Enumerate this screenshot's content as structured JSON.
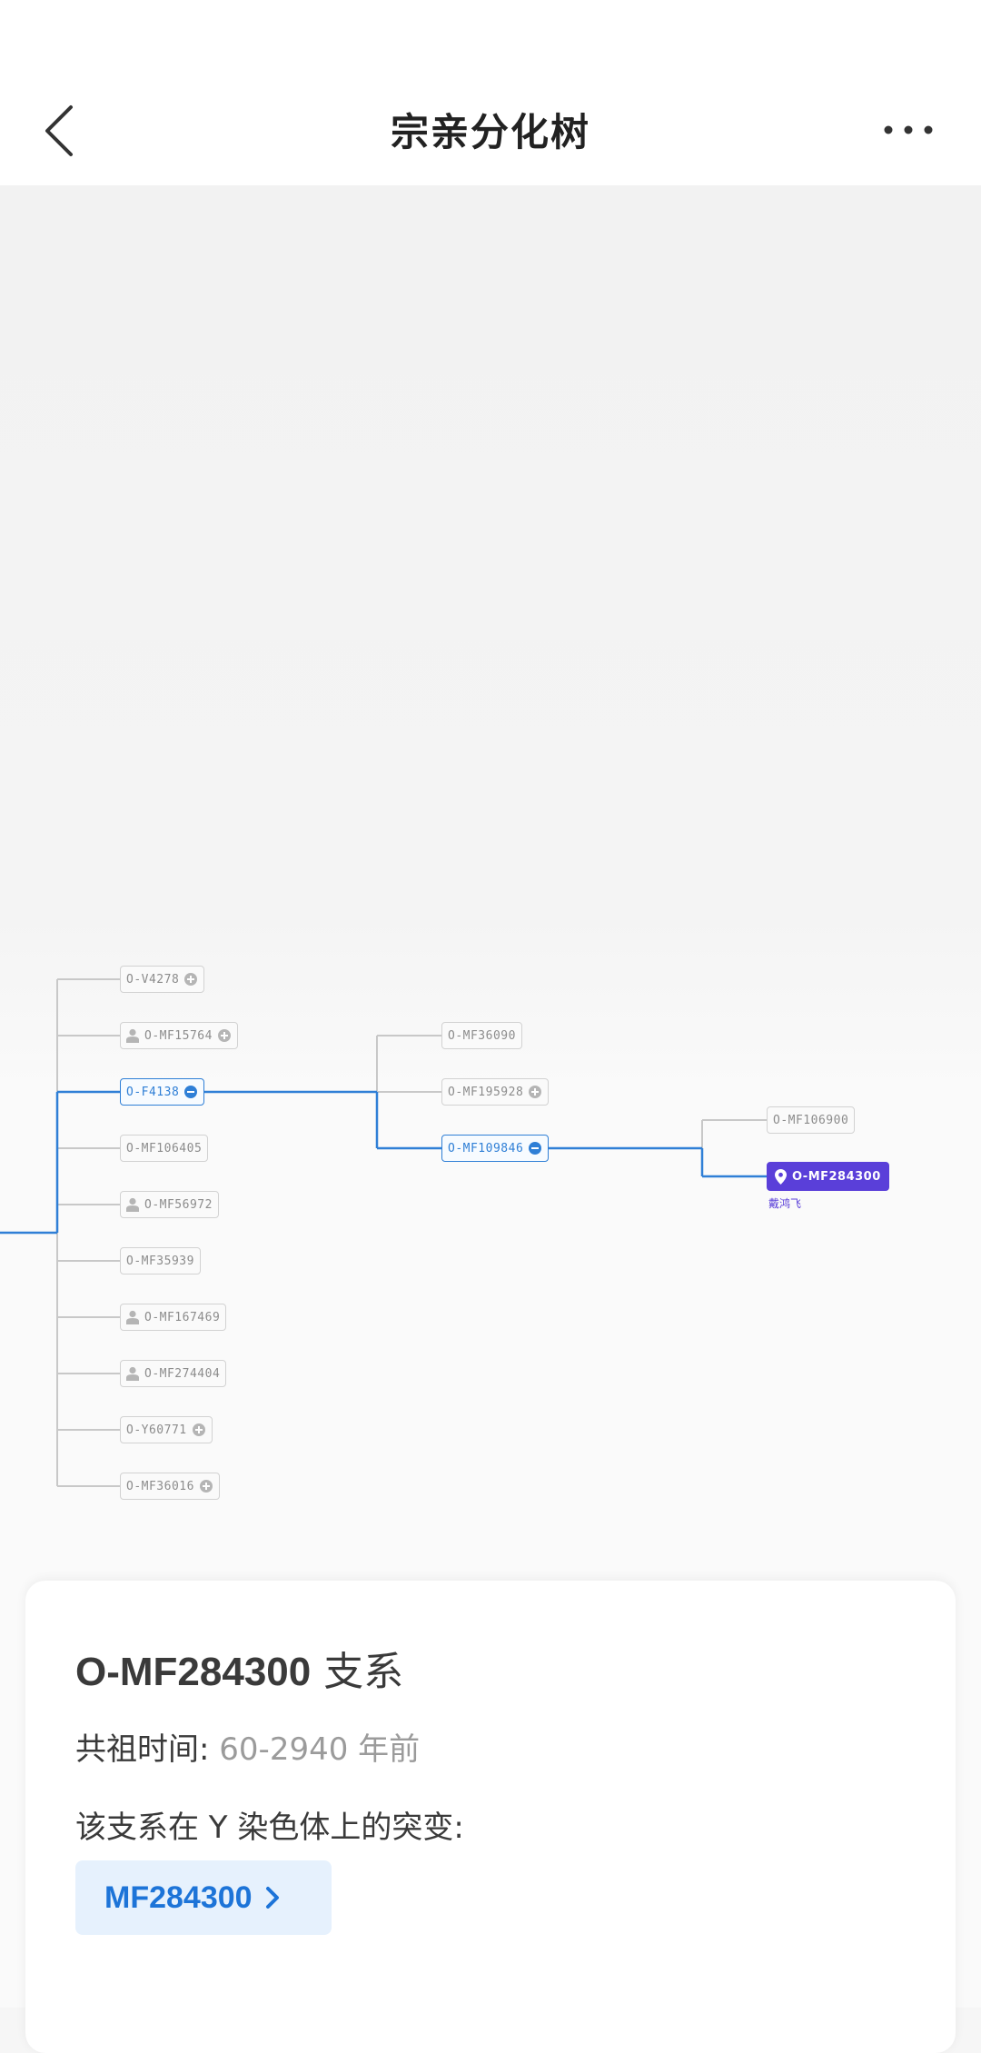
{
  "header": {
    "title": "宗亲分化树"
  },
  "tree": {
    "col1": [
      {
        "label": "O-V4278",
        "person": false,
        "toggle": "plus",
        "active": false
      },
      {
        "label": "O-MF15764",
        "person": true,
        "toggle": "plus",
        "active": false
      },
      {
        "label": "O-F4138",
        "person": false,
        "toggle": "minus",
        "active": true
      },
      {
        "label": "O-MF106405",
        "person": false,
        "toggle": "",
        "active": false
      },
      {
        "label": "O-MF56972",
        "person": true,
        "toggle": "",
        "active": false
      },
      {
        "label": "O-MF35939",
        "person": false,
        "toggle": "",
        "active": false
      },
      {
        "label": "O-MF167469",
        "person": true,
        "toggle": "",
        "active": false
      },
      {
        "label": "O-MF274404",
        "person": true,
        "toggle": "",
        "active": false
      },
      {
        "label": "O-Y60771",
        "person": false,
        "toggle": "plus",
        "active": false
      },
      {
        "label": "O-MF36016",
        "person": false,
        "toggle": "plus",
        "active": false
      }
    ],
    "col2": [
      {
        "label": "O-MF36090",
        "toggle": "",
        "active": false
      },
      {
        "label": "O-MF195928",
        "toggle": "plus",
        "active": false
      },
      {
        "label": "O-MF109846",
        "toggle": "minus",
        "active": true
      }
    ],
    "col3": [
      {
        "label": "O-MF106900",
        "current": false
      },
      {
        "label": "O-MF284300",
        "current": true,
        "sub": "戴鸿飞"
      }
    ]
  },
  "card": {
    "branch_id": "O-MF284300",
    "branch_suffix": "支系",
    "time_label": "共祖时间:",
    "time_value": "60-2940 年前",
    "mutation_label": "该支系在 Y 染色体上的突变:",
    "mutation_chip": "MF284300"
  },
  "colors": {
    "accent": "#2f7fd6",
    "current": "#5a3fd9",
    "chip_bg": "#e6f1fd"
  }
}
